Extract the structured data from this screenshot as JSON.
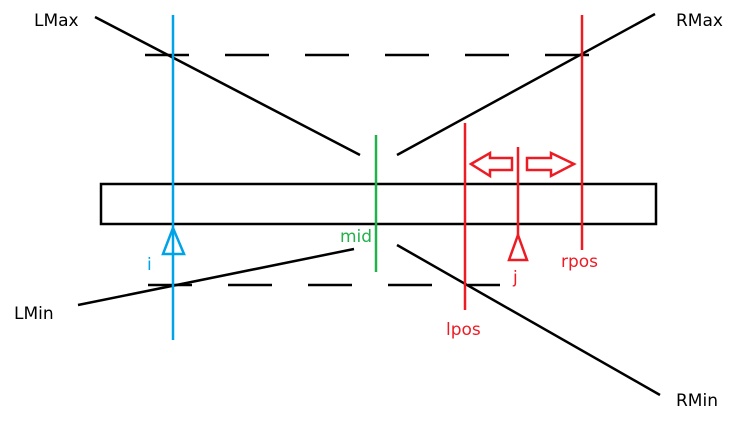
{
  "labels": {
    "lmax": "LMax",
    "rmax": "RMax",
    "lmin": "LMin",
    "rmin": "RMin",
    "i": "i",
    "mid": "mid",
    "j": "j",
    "lpos": "lpos",
    "rpos": "rpos"
  },
  "colors": {
    "black": "#000000",
    "blue": "#00a2e8",
    "green": "#22b14c",
    "red": "#ed1c24"
  }
}
